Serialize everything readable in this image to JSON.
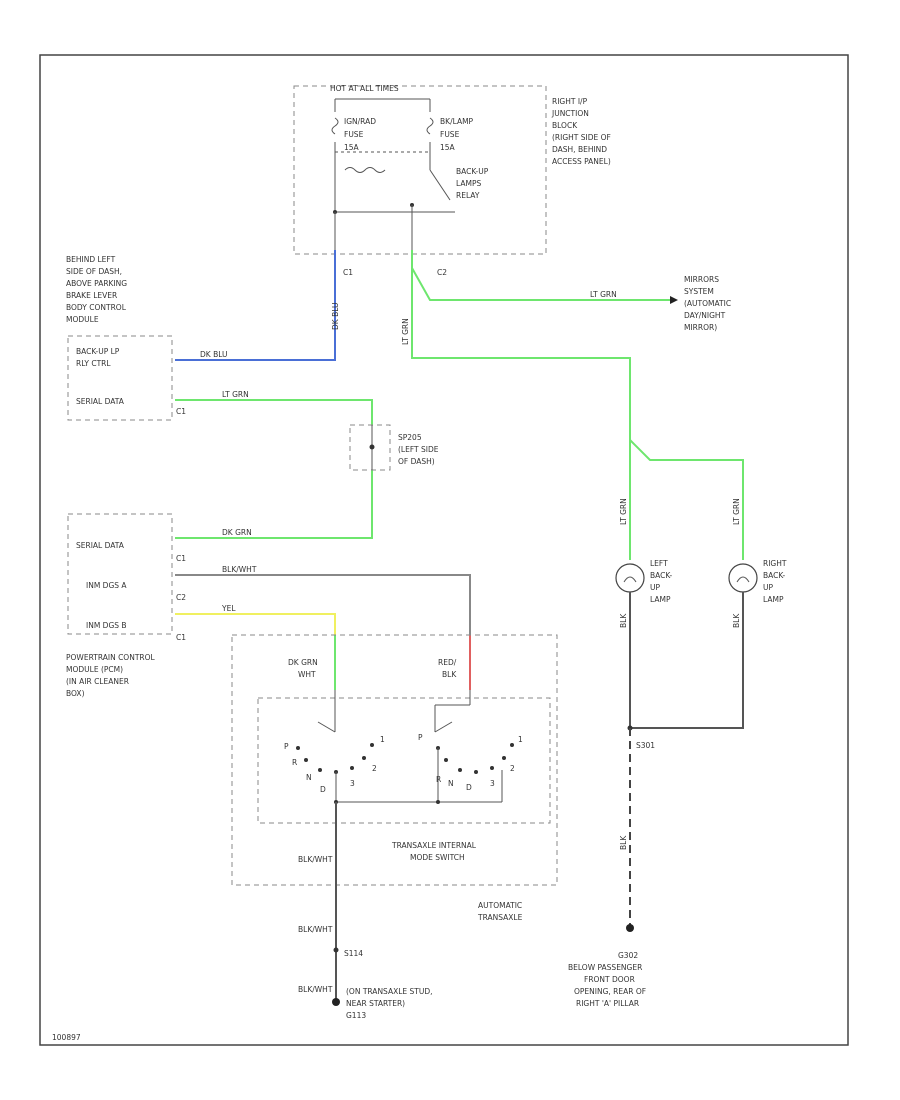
{
  "junction_block": {
    "header": "HOT AT ALL TIMES",
    "fuse_left": [
      "IGN/RAD",
      "FUSE",
      "15A"
    ],
    "fuse_right": [
      "BK/LAMP",
      "FUSE",
      "15A"
    ],
    "relay": [
      "BACK-UP",
      "LAMPS",
      "RELAY"
    ],
    "location": [
      "RIGHT I/P",
      "JUNCTION",
      "BLOCK",
      "(RIGHT SIDE OF",
      "DASH, BEHIND",
      "ACCESS PANEL)"
    ],
    "conn_left": "C1",
    "conn_right": "C2"
  },
  "bcm": {
    "location": [
      "BEHIND LEFT",
      "SIDE OF DASH,",
      "ABOVE PARKING",
      "BRAKE LEVER",
      "BODY CONTROL",
      "MODULE"
    ],
    "row1": [
      "BACK-UP LP",
      "RLY CTRL"
    ],
    "row2": "SERIAL DATA",
    "conn": "C1"
  },
  "wires": {
    "blu_wire": "DK BLU",
    "grn_wire": "LT GRN",
    "mirror_wire": "LT GRN",
    "serial_wire": "LT GRN",
    "pcm_serial_wire": "DK GRN",
    "pcm_red_wire": "BLK/WHT",
    "pcm_yel_wire": "YEL",
    "left_lamp_wire": "LT GRN",
    "right_lamp_wire": "LT GRN",
    "left_gnd_wire": "BLK",
    "right_gnd_wire": "BLK",
    "ground_wire": "BLK/WHT",
    "g_dash_wire": "BLK"
  },
  "mirror": [
    "MIRRORS",
    "SYSTEM",
    "(AUTOMATIC",
    "DAY/NIGHT",
    "MIRROR)"
  ],
  "splice": [
    "SP205",
    "(LEFT SIDE",
    "OF DASH)"
  ],
  "pcm": {
    "rows": [
      "SERIAL DATA",
      "INM DGS A",
      "INM DGS B"
    ],
    "conns": [
      "C1",
      "C2",
      "C1"
    ],
    "location": [
      "POWERTRAIN CONTROL",
      "MODULE (PCM)",
      "(IN AIR CLEANER",
      "BOX)"
    ]
  },
  "switch": {
    "label_left": [
      "DK GRN",
      "WHT"
    ],
    "label_right": [
      "RED/",
      "BLK"
    ],
    "internal": [
      "TRANSAXLE INTERNAL",
      "MODE SWITCH"
    ],
    "transaxle": [
      "AUTOMATIC",
      "TRANSAXLE"
    ],
    "pins_left": [
      "P",
      "R",
      "N",
      "D",
      "1",
      "2",
      "3"
    ],
    "pins_right": [
      "P",
      "R",
      "N",
      "D",
      "1",
      "2",
      "3"
    ]
  },
  "lamps": {
    "left": [
      "LEFT",
      "BACK-",
      "UP",
      "LAMP"
    ],
    "right": [
      "RIGHT",
      "BACK-",
      "UP",
      "LAMP"
    ]
  },
  "ground_splice": "S301",
  "ground_g302": [
    "G302",
    "BELOW PASSENGER",
    "FRONT DOOR",
    "OPENING, REAR OF",
    "RIGHT 'A' PILLAR"
  ],
  "ground_g113": [
    "(ON TRANSAXLE STUD,",
    "NEAR STARTER)",
    "G113"
  ],
  "s114": "S114",
  "footer_code": "100897"
}
